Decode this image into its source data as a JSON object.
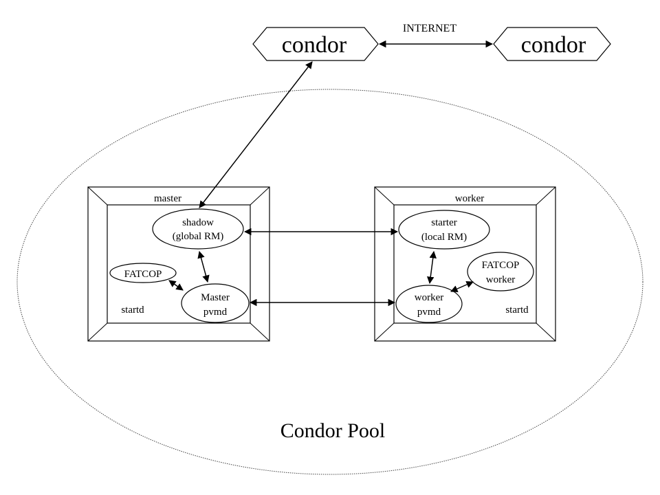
{
  "internet_label": "INTERNET",
  "condor_left": "condor",
  "condor_right": "condor",
  "pool_label": "Condor Pool",
  "startd_label": "startd",
  "master": {
    "title": "master",
    "shadow_line1": "shadow",
    "shadow_line2": "(global RM)",
    "fatcop": "FATCOP",
    "pvmd_line1": "Master",
    "pvmd_line2": "pvmd",
    "startd": "startd"
  },
  "worker": {
    "title": "worker",
    "starter_line1": "starter",
    "starter_line2": "(local RM)",
    "fatcop_line1": "FATCOP",
    "fatcop_line2": "worker",
    "pvmd_line1": "worker",
    "pvmd_line2": "pvmd",
    "startd": "startd"
  }
}
